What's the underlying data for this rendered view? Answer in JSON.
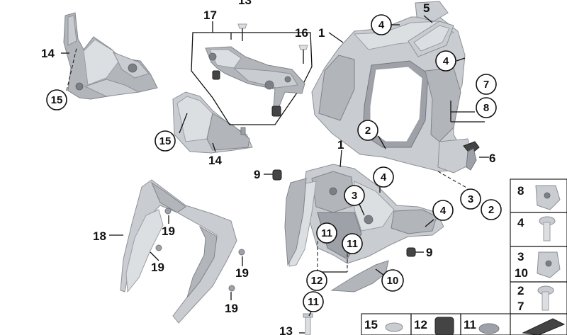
{
  "callouts": {
    "p1a": "1",
    "p1b": "1",
    "p2a": "2",
    "p2b": "2",
    "p3a": "3",
    "p3b": "3",
    "p4a": "4",
    "p4b": "4",
    "p4c": "4",
    "p4d": "4",
    "p5": "5",
    "p6": "6",
    "p7": "7",
    "p8": "8",
    "p9a": "9",
    "p9b": "9",
    "p10": "10",
    "p11a": "11",
    "p11b": "11",
    "p11c": "11",
    "p12": "12",
    "p13": "13",
    "p14a": "14",
    "p14b": "14",
    "p15a": "15",
    "p15b": "15",
    "p16": "16",
    "p17": "17",
    "p18": "18",
    "p19a": "19",
    "p19b": "19",
    "p19c": "19",
    "p19d": "19"
  },
  "legend": {
    "side": [
      "8",
      "4",
      "3",
      "10",
      "2",
      "7"
    ],
    "bottom": [
      "15",
      "12",
      "11"
    ]
  },
  "colors": {
    "part_light": "#c9ccd0",
    "part_mid": "#b2b6bb",
    "part_dark": "#9ea2a8",
    "line": "#111111"
  }
}
